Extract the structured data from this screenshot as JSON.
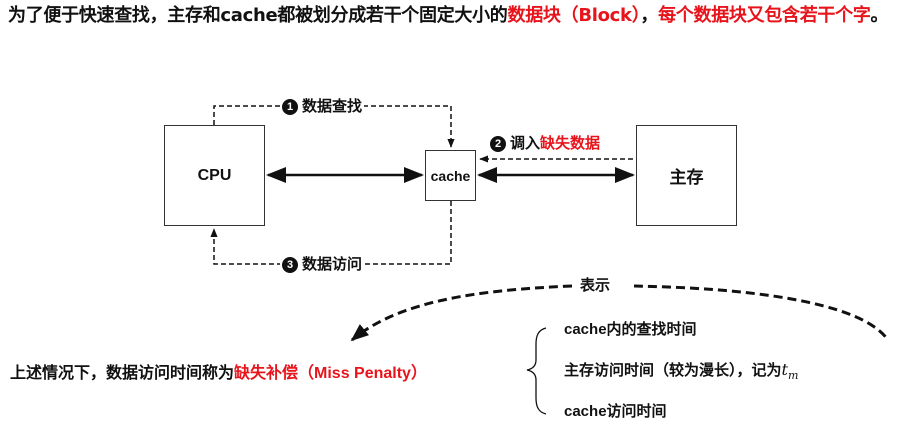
{
  "intro": {
    "part1": "为了便于快速查找，主存和cache都被划分成若干个固定大小的",
    "highlight1": "数据块（Block）",
    "part2": "，",
    "highlight2": "每个数据块又包含若干个字",
    "part3": "。"
  },
  "diagram": {
    "cpu_label": "CPU",
    "cache_label": "cache",
    "memory_label": "主存",
    "step1": {
      "number": "1",
      "text": "数据查找"
    },
    "step2": {
      "number": "2",
      "text_plain": "调入",
      "text_highlight": "缺失数据"
    },
    "step3": {
      "number": "3",
      "text": "数据访问"
    },
    "represent_label": "表示"
  },
  "summary": {
    "prefix": "上述情况下，数据访问时间称为",
    "term": "缺失补偿（Miss Penalty）",
    "items": [
      {
        "text": "cache内的查找时间"
      },
      {
        "text": "主存访问时间（较为漫长），记为",
        "math_base": "t",
        "math_sub": "m"
      },
      {
        "text": "cache访问时间"
      }
    ]
  },
  "colors": {
    "highlight": "#e8141b",
    "text": "#111111",
    "line": "#111111"
  }
}
